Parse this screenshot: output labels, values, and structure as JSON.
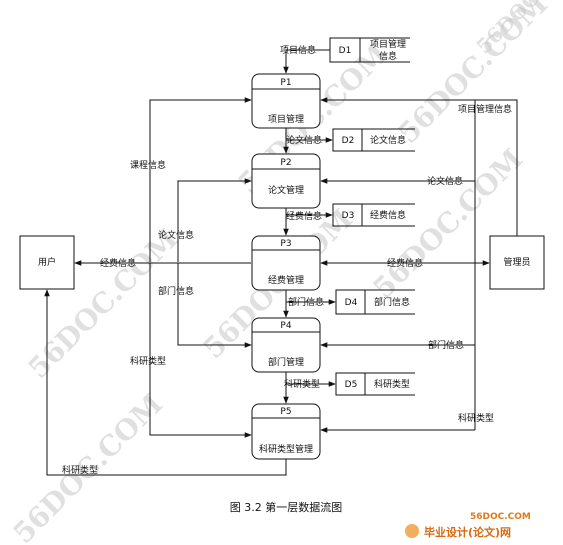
{
  "entities": {
    "user": "用户",
    "admin": "管理员"
  },
  "processes": [
    {
      "id": "P1",
      "name": "项目管理"
    },
    {
      "id": "P2",
      "name": "论文管理"
    },
    {
      "id": "P3",
      "name": "经费管理"
    },
    {
      "id": "P4",
      "name": "部门管理"
    },
    {
      "id": "P5",
      "name": "科研类型管理"
    }
  ],
  "stores": [
    {
      "id": "D1",
      "name_line1": "项目管理",
      "name_line2": "信息"
    },
    {
      "id": "D2",
      "name": "论文信息"
    },
    {
      "id": "D3",
      "name": "经费信息"
    },
    {
      "id": "D4",
      "name": "部门信息"
    },
    {
      "id": "D5",
      "name": "科研类型"
    }
  ],
  "flows": {
    "d1_to_p1": "项目信息",
    "p1_to_d2": "论文信息",
    "p2_to_d3": "经费信息",
    "p3_to_d4": "部门信息",
    "p4_to_d5": "科研类型",
    "admin_to_p1": "项目管理信息",
    "admin_to_p2": "论文信息",
    "admin_p3": "经费信息",
    "admin_to_p4": "部门信息",
    "admin_to_p5": "科研类型",
    "user_course": "课程信息",
    "user_paper": "论文信息",
    "p3_to_user": "经费信息",
    "user_dept": "部门信息",
    "user_research": "科研类型",
    "p5_to_user": "科研类型"
  },
  "caption": "图 3.2 第一层数据流图",
  "watermark": "56DOC.COM",
  "site": {
    "url": "56DOC.COM",
    "name": "毕业设计(论文)网"
  }
}
